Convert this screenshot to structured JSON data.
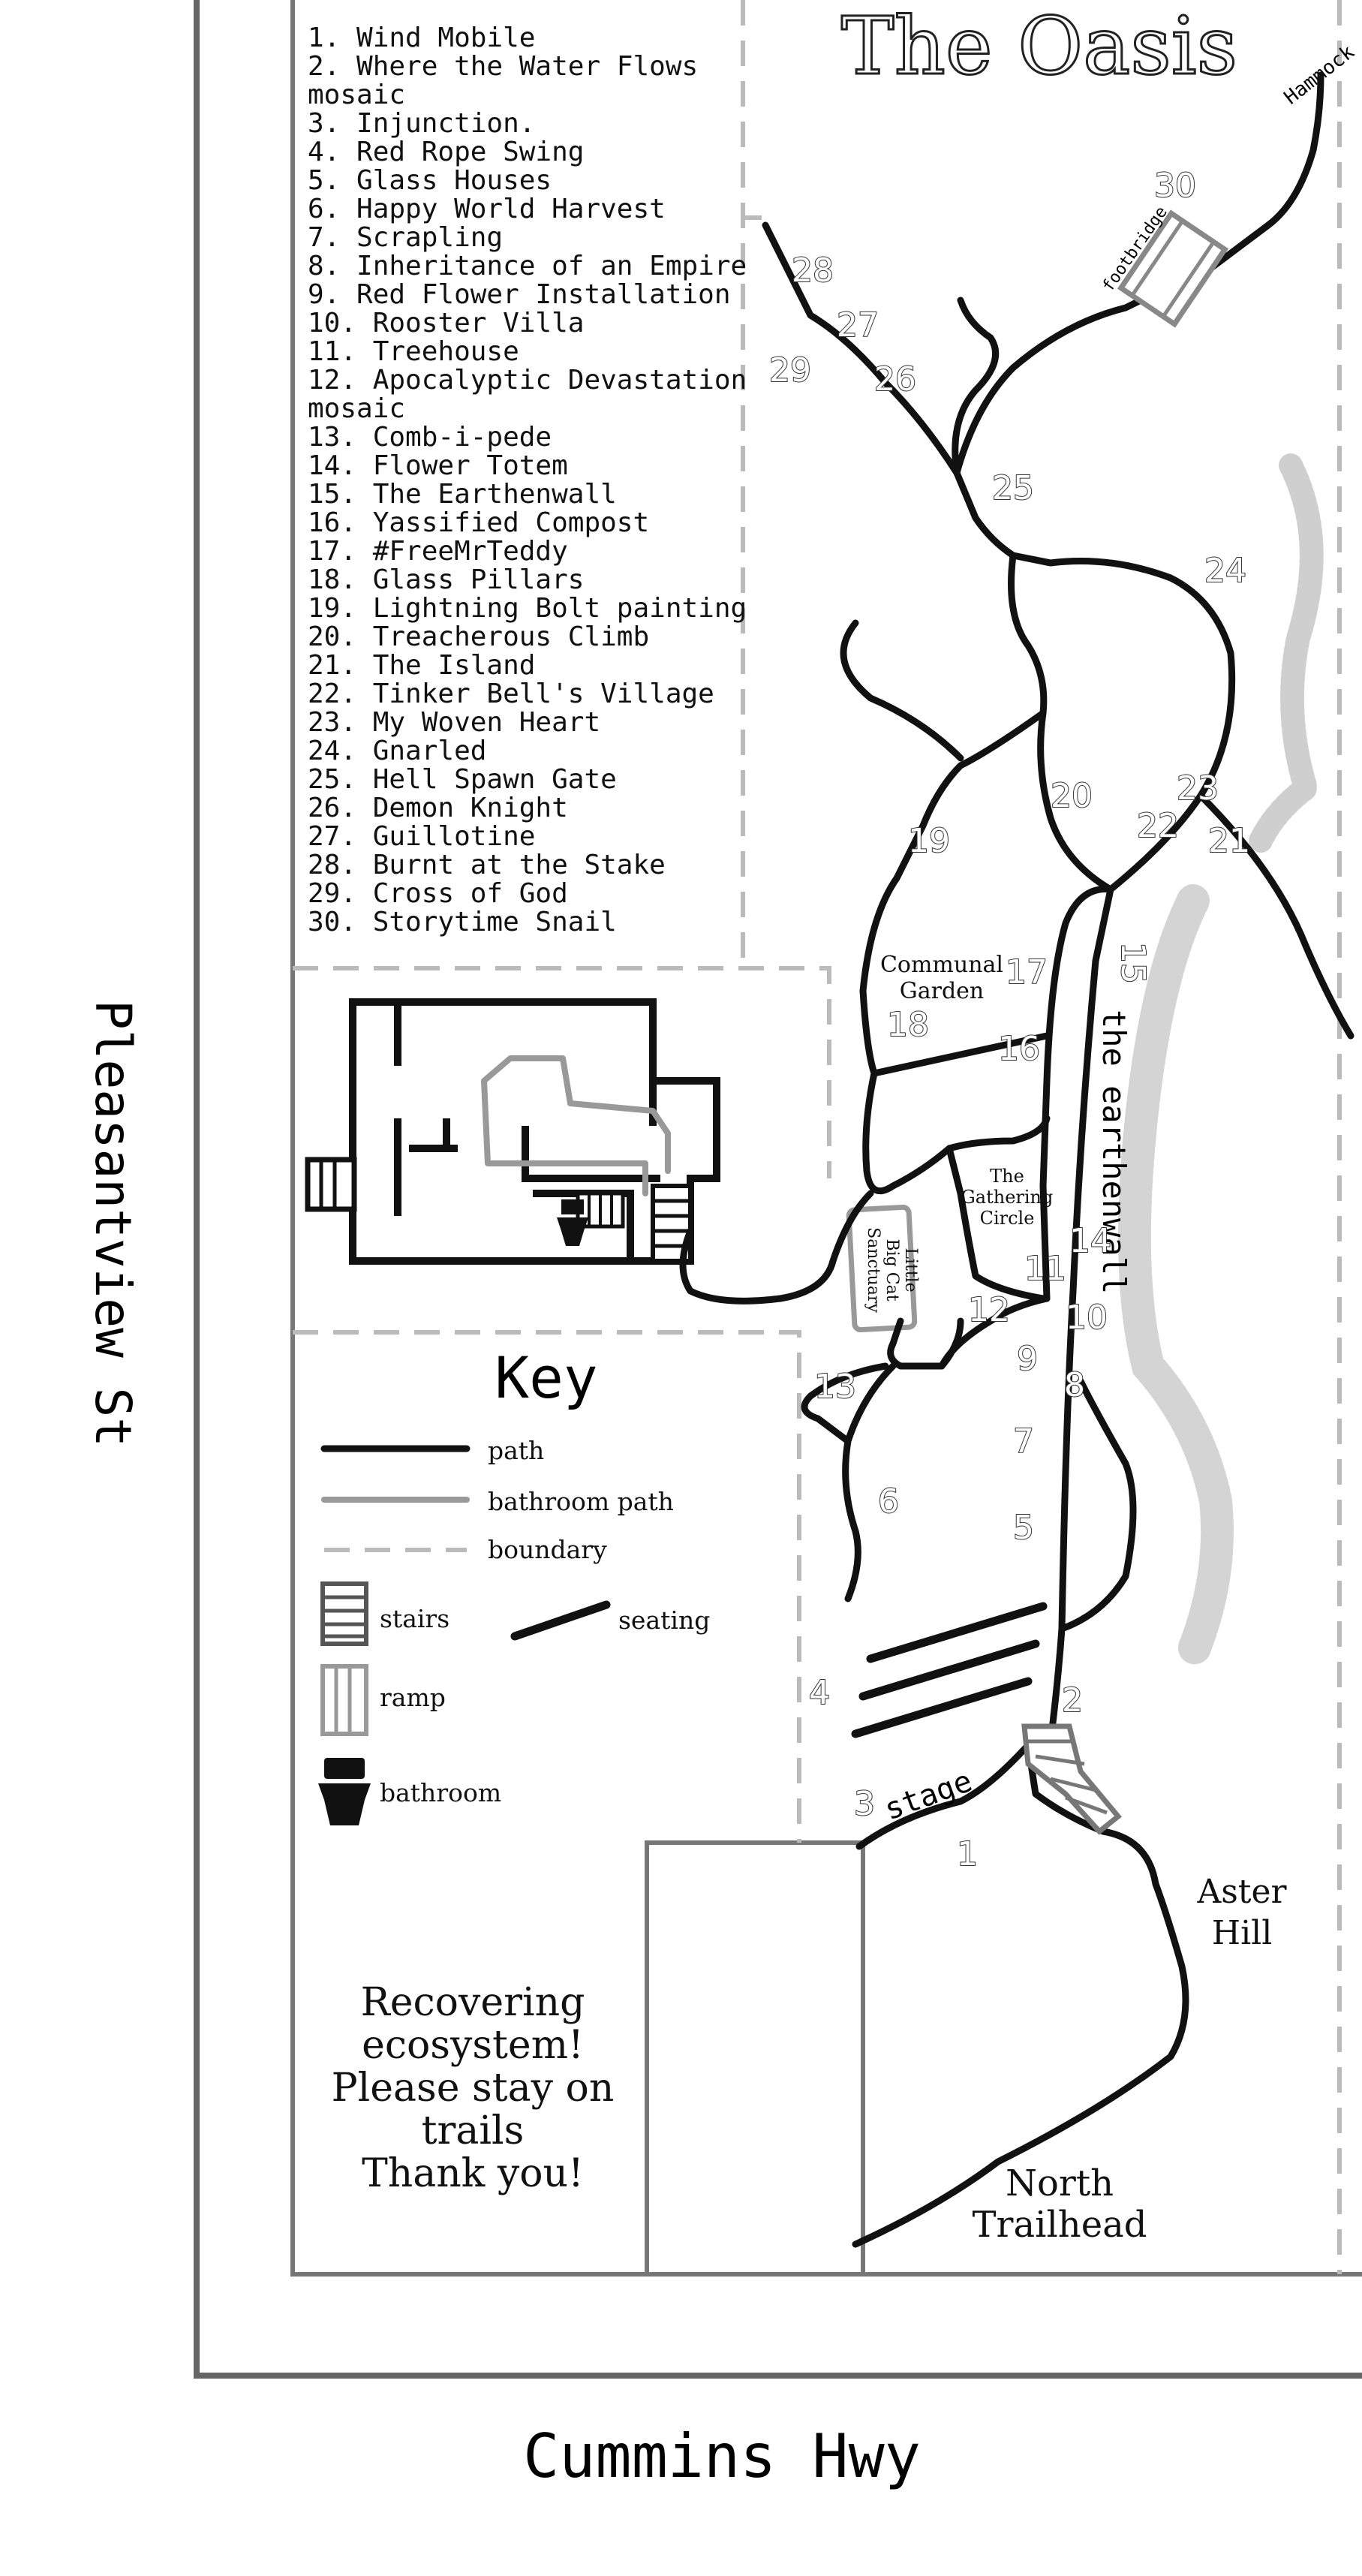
{
  "title": "The Oasis",
  "streets": {
    "left": "Pleasantview St",
    "bottom": "Cummins Hwy"
  },
  "legend_list": [
    "1. Wind Mobile",
    "2. Where the Water Flows",
    "mosaic",
    "3. Injunction.",
    "4. Red Rope Swing",
    "5. Glass Houses",
    "6. Happy World Harvest",
    "7. Scrapling",
    "8. Inheritance of an Empire",
    "9. Red Flower Installation",
    "10. Rooster Villa",
    "11. Treehouse",
    "12. Apocalyptic Devastation",
    "mosaic",
    "13. Comb-i-pede",
    "14. Flower Totem",
    "15. The Earthenwall",
    "16. Yassified Compost",
    "17. #FreeMrTeddy",
    "18. Glass Pillars",
    "19. Lightning Bolt painting",
    "20. Treacherous Climb",
    "21. The Island",
    "22. Tinker Bell's Village",
    "23. My Woven Heart",
    "24. Gnarled",
    "25. Hell Spawn Gate",
    "26. Demon Knight",
    "27. Guillotine",
    "28. Burnt at the Stake",
    "29. Cross of God",
    "30. Storytime Snail"
  ],
  "key": {
    "title": "Key",
    "path": "path",
    "bathroom_path": "bathroom path",
    "boundary": "boundary",
    "stairs": "stairs",
    "seating": "seating",
    "ramp": "ramp",
    "bathroom": "bathroom"
  },
  "labels": {
    "hammock": "Hammock",
    "footbridge": "footbridge",
    "communal_garden_1": "Communal",
    "communal_garden_2": "Garden",
    "gathering_1": "The",
    "gathering_2": "Gathering",
    "gathering_3": "Circle",
    "sanctuary_1": "Little",
    "sanctuary_2": "Big Cat",
    "sanctuary_3": "Sanctuary",
    "earthenwall": "the earthenwall",
    "stage": "stage",
    "aster_1": "Aster",
    "aster_2": "Hill",
    "north_1": "North",
    "north_2": "Trailhead"
  },
  "notice": [
    "Recovering",
    "ecosystem!",
    "Please stay on",
    "trails",
    "Thank you!"
  ],
  "markers": [
    "1",
    "2",
    "3",
    "4",
    "5",
    "6",
    "7",
    "8",
    "9",
    "10",
    "11",
    "12",
    "13",
    "14",
    "15",
    "16",
    "17",
    "18",
    "19",
    "20",
    "21",
    "22",
    "23",
    "24",
    "25",
    "26",
    "27",
    "28",
    "29",
    "30"
  ]
}
